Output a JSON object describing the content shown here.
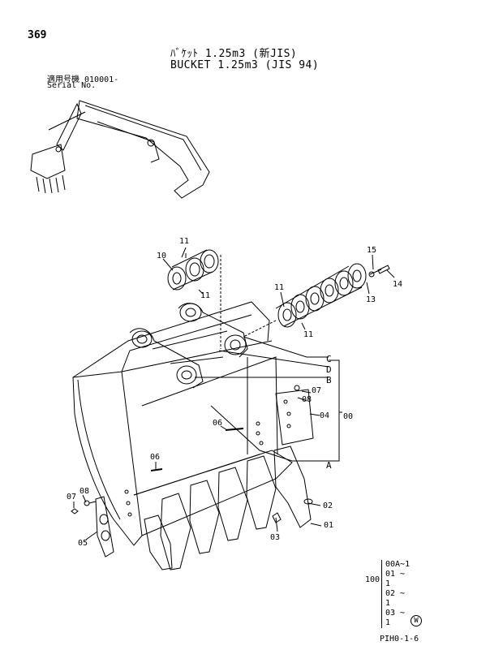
{
  "page_number": "369",
  "title_jp": "ﾊﾞｹｯﾄ 1.25m3 (新JIS)",
  "title_en": "BUCKET 1.25m3 (JIS 94)",
  "serial_label_jp": "適用号機  010001-",
  "serial_label_en": "Serial No.",
  "callouts": [
    {
      "id": "11"
    },
    {
      "id": "10"
    },
    {
      "id": "11"
    },
    {
      "id": "15"
    },
    {
      "id": "14"
    },
    {
      "id": "13"
    },
    {
      "id": "11"
    },
    {
      "id": "11"
    }
  ],
  "labels": {
    "c11a": "11",
    "c10": "10",
    "c11b": "11",
    "c15": "15",
    "c14": "14",
    "c13": "13",
    "c11c": "11",
    "c11d": "11",
    "lC": "C",
    "lD": "D",
    "lB": "B",
    "lA": "A",
    "c07a": "07",
    "c08a": "08",
    "c04": "04",
    "c00": "00",
    "c06a": "06",
    "c06b": "06",
    "c07b": "07",
    "c08b": "08",
    "c02": "02",
    "c01": "01",
    "c03": "03",
    "c05": "05"
  },
  "qty_table": {
    "label": "100",
    "rows": [
      "00A∼1",
      "01 ∼ 1",
      "02 ∼ 1",
      "03 ∼ 1"
    ]
  },
  "stamp": "W",
  "page_code": "PIH0-1-6"
}
